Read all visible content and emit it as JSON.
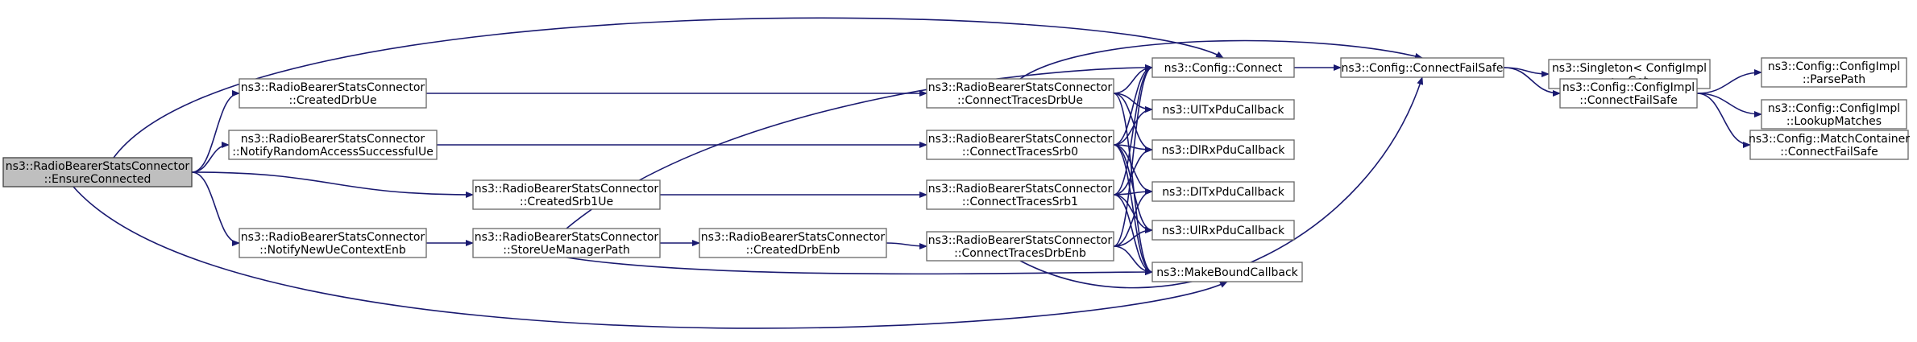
{
  "diagram": {
    "kind": "call graph",
    "colors": {
      "edge": "#191970",
      "root_fill": "#bfbfbf",
      "node_fill": "#ffffff",
      "node_border": "#666666"
    },
    "nodes": {
      "ensure": {
        "lines": [
          "ns3::RadioBearerStatsConnector",
          "::EnsureConnected"
        ],
        "root": true
      },
      "cdrbue": {
        "lines": [
          "ns3::RadioBearerStatsConnector",
          "::CreatedDrbUe"
        ]
      },
      "nras": {
        "lines": [
          "ns3::RadioBearerStatsConnector",
          "::NotifyRandomAccessSuccessfulUe"
        ]
      },
      "csrb1": {
        "lines": [
          "ns3::RadioBearerStatsConnector",
          "::CreatedSrb1Ue"
        ]
      },
      "nnue": {
        "lines": [
          "ns3::RadioBearerStatsConnector",
          "::NotifyNewUeContextEnb"
        ]
      },
      "sump": {
        "lines": [
          "ns3::RadioBearerStatsConnector",
          "::StoreUeManagerPath"
        ]
      },
      "cdrbenb": {
        "lines": [
          "ns3::RadioBearerStatsConnector",
          "::CreatedDrbEnb"
        ]
      },
      "ctdrbue": {
        "lines": [
          "ns3::RadioBearerStatsConnector",
          "::ConnectTracesDrbUe"
        ]
      },
      "ctsrb0": {
        "lines": [
          "ns3::RadioBearerStatsConnector",
          "::ConnectTracesSrb0"
        ]
      },
      "ctsrb1": {
        "lines": [
          "ns3::RadioBearerStatsConnector",
          "::ConnectTracesSrb1"
        ]
      },
      "ctdrbenb": {
        "lines": [
          "ns3::RadioBearerStatsConnector",
          "::ConnectTracesDrbEnb"
        ]
      },
      "connect": {
        "lines": [
          "ns3::Config::Connect"
        ]
      },
      "ultx": {
        "lines": [
          "ns3::UlTxPduCallback"
        ]
      },
      "dlrx": {
        "lines": [
          "ns3::DlRxPduCallback"
        ]
      },
      "dltx": {
        "lines": [
          "ns3::DlTxPduCallback"
        ]
      },
      "ulrx": {
        "lines": [
          "ns3::UlRxPduCallback"
        ]
      },
      "mbc": {
        "lines": [
          "ns3::MakeBoundCallback"
        ]
      },
      "cfs": {
        "lines": [
          "ns3::Config::ConnectFailSafe"
        ]
      },
      "single": {
        "lines": [
          "ns3::Singleton< ConfigImpl",
          " >::Get"
        ]
      },
      "cicfs": {
        "lines": [
          "ns3::Config::ConfigImpl",
          "::ConnectFailSafe"
        ]
      },
      "parse": {
        "lines": [
          "ns3::Config::ConfigImpl",
          "::ParsePath"
        ]
      },
      "lookup": {
        "lines": [
          "ns3::Config::ConfigImpl",
          "::LookupMatches"
        ]
      },
      "mccfs": {
        "lines": [
          "ns3::Config::MatchContainer",
          "::ConnectFailSafe"
        ]
      }
    },
    "edges": [
      [
        "ensure",
        "connect"
      ],
      [
        "ensure",
        "cdrbue"
      ],
      [
        "ensure",
        "nras"
      ],
      [
        "ensure",
        "csrb1"
      ],
      [
        "ensure",
        "nnue"
      ],
      [
        "ensure",
        "mbc"
      ],
      [
        "cdrbue",
        "ctdrbue"
      ],
      [
        "nras",
        "ctsrb0"
      ],
      [
        "csrb1",
        "ctsrb1"
      ],
      [
        "nnue",
        "sump"
      ],
      [
        "sump",
        "connect"
      ],
      [
        "sump",
        "cdrbenb"
      ],
      [
        "sump",
        "mbc"
      ],
      [
        "cdrbenb",
        "ctdrbenb"
      ],
      [
        "ctdrbue",
        "connect"
      ],
      [
        "ctdrbue",
        "cfs"
      ],
      [
        "ctdrbue",
        "ultx"
      ],
      [
        "ctdrbue",
        "dlrx"
      ],
      [
        "ctdrbue",
        "mbc"
      ],
      [
        "ctsrb0",
        "connect"
      ],
      [
        "ctsrb0",
        "ultx"
      ],
      [
        "ctsrb0",
        "dlrx"
      ],
      [
        "ctsrb0",
        "dltx"
      ],
      [
        "ctsrb0",
        "ulrx"
      ],
      [
        "ctsrb0",
        "mbc"
      ],
      [
        "ctsrb1",
        "connect"
      ],
      [
        "ctsrb1",
        "dlrx"
      ],
      [
        "ctsrb1",
        "dltx"
      ],
      [
        "ctsrb1",
        "ulrx"
      ],
      [
        "ctsrb1",
        "mbc"
      ],
      [
        "ctdrbenb",
        "connect"
      ],
      [
        "ctdrbenb",
        "dltx"
      ],
      [
        "ctdrbenb",
        "ulrx"
      ],
      [
        "ctdrbenb",
        "mbc"
      ],
      [
        "ctdrbenb",
        "cfs"
      ],
      [
        "connect",
        "cfs"
      ],
      [
        "cfs",
        "single"
      ],
      [
        "cfs",
        "cicfs"
      ],
      [
        "cicfs",
        "parse"
      ],
      [
        "cicfs",
        "lookup"
      ],
      [
        "cicfs",
        "mccfs"
      ]
    ]
  }
}
